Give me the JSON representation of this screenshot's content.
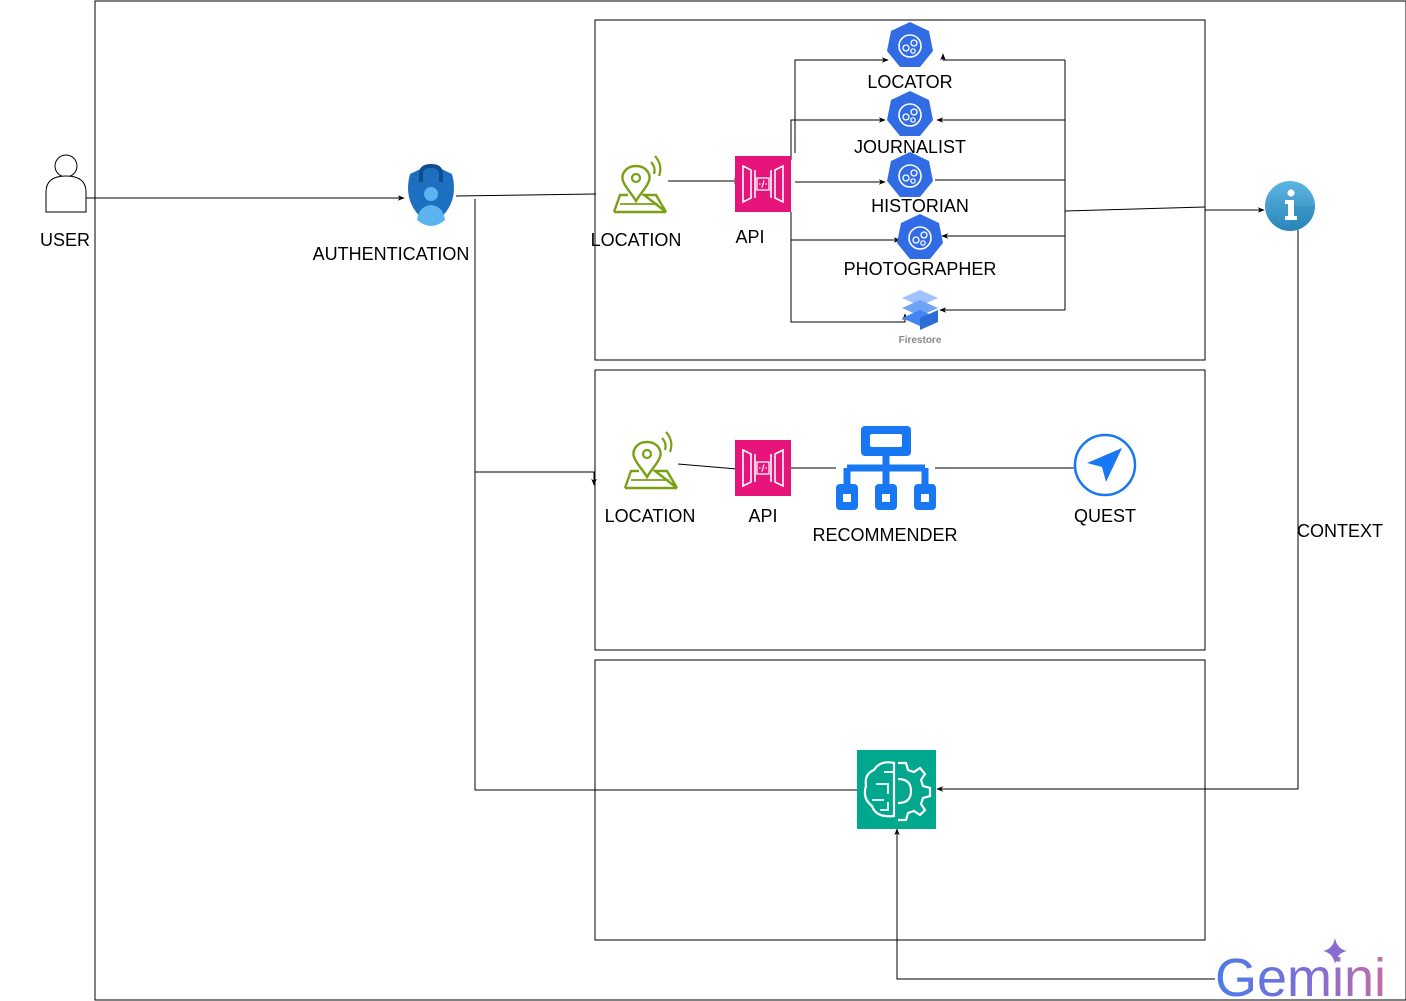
{
  "diagram": {
    "labels": {
      "user": "USER",
      "authentication": "AUTHENTICATION",
      "location_top": "LOCATION",
      "api_top": "API",
      "locator": "LOCATOR",
      "journalist": "JOURNALIST",
      "historian": "HISTORIAN",
      "photographer": "PHOTOGRAPHER",
      "firestore": "Firestore",
      "location_mid": "LOCATION",
      "api_mid": "API",
      "recommender": "RECOMMENDER",
      "quest": "QUEST",
      "context": "CONTEXT",
      "gemini": "Gemini"
    },
    "icons": {
      "user": "user-icon",
      "authentication": "authenticator-lock-icon",
      "location": "map-pin-icon",
      "api": "api-gateway-icon",
      "agent": "kubernetes-agent-icon",
      "firestore": "firestore-icon",
      "recommender": "hierarchy-icon",
      "quest": "compass-arrow-icon",
      "info": "info-icon",
      "ai": "ai-brain-icon",
      "gemini": "gemini-logo"
    },
    "colors": {
      "api": "#E7157B",
      "location": "#7AA116",
      "k8s": "#326CE5",
      "recommender": "#1877F2",
      "quest": "#1877F2",
      "info": "#3C9BD0",
      "ai": "#01A88D",
      "auth": "#1E6FBF"
    }
  }
}
